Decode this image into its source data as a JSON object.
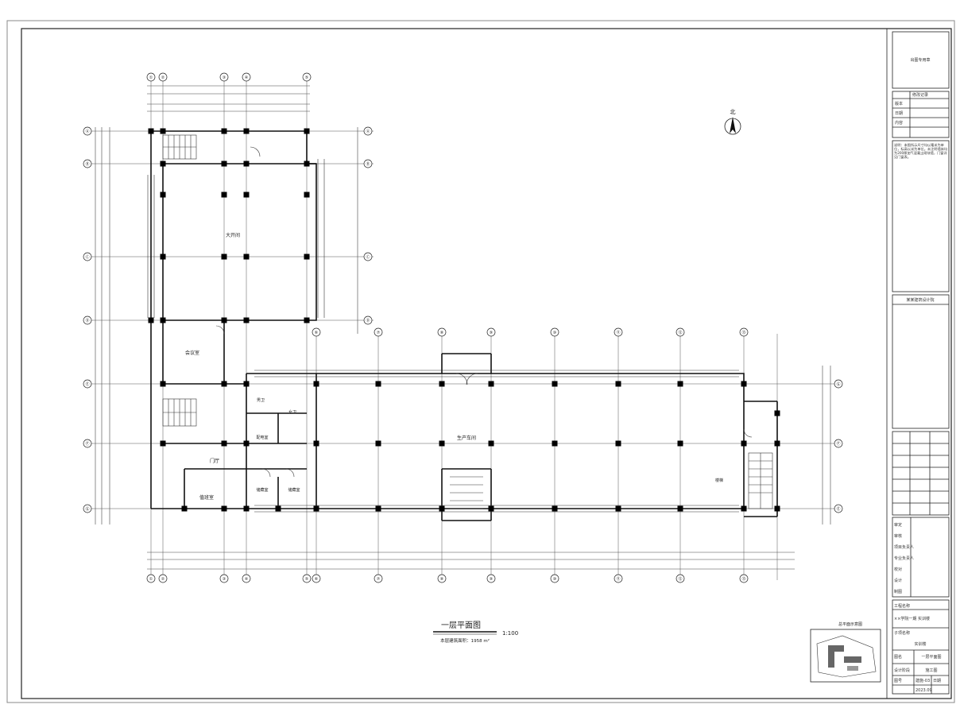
{
  "drawing": {
    "title": "一层平面图",
    "scale": "1:100",
    "area_note": "本层建筑面积：1958 m²",
    "north_label": "北",
    "site_plan_label": "总平面示意图"
  },
  "axes": {
    "top": [
      "①",
      "②",
      "③",
      "④",
      "⑤"
    ],
    "bottom_east": [
      "⑥",
      "⑦",
      "⑧",
      "⑨",
      "⑩",
      "⑪",
      "⑫",
      "⑬"
    ],
    "left": [
      "Ⓐ",
      "Ⓑ",
      "Ⓒ",
      "Ⓓ",
      "Ⓔ",
      "Ⓕ",
      "Ⓖ",
      "Ⓗ"
    ],
    "right_east": [
      "Ⓖ",
      "Ⓕ",
      "Ⓔ"
    ]
  },
  "rooms": {
    "north_hall": "大开间",
    "west_room": "会议室",
    "east_hall": "生产车间",
    "lobby": "门厅",
    "office": "值班室",
    "duty": "配电室",
    "store1": "储藏室",
    "store2": "储藏室",
    "wc_m": "男卫",
    "wc_f": "女卫",
    "stair_label": "楼梯"
  },
  "titleblock": {
    "company": "某某建筑设计院",
    "project_label": "工程名称",
    "project": "××学院一期 实训楼",
    "sub_project": "子项名称",
    "sub": "实训楼",
    "drawing_name_label": "图名",
    "drawing_name": "一层平面图",
    "drawing_no_label": "图号",
    "drawing_no": "建施-03",
    "date_label": "日期",
    "date": "2023.09",
    "phase_label": "设计阶段",
    "phase": "施工图",
    "sign_rows": [
      "审定",
      "审核",
      "项目负责人",
      "专业负责人",
      "校对",
      "设计",
      "制图"
    ],
    "notes": "说明：本图所示尺寸均以毫米为单位，标高以米为单位。未注明墙体均为200厚加气混凝土砌块墙，门窗详见门窗表。",
    "stamp_label": "出图专用章",
    "revision_label": "修改记录",
    "header_rows": [
      "版本",
      "日期",
      "内容"
    ]
  }
}
